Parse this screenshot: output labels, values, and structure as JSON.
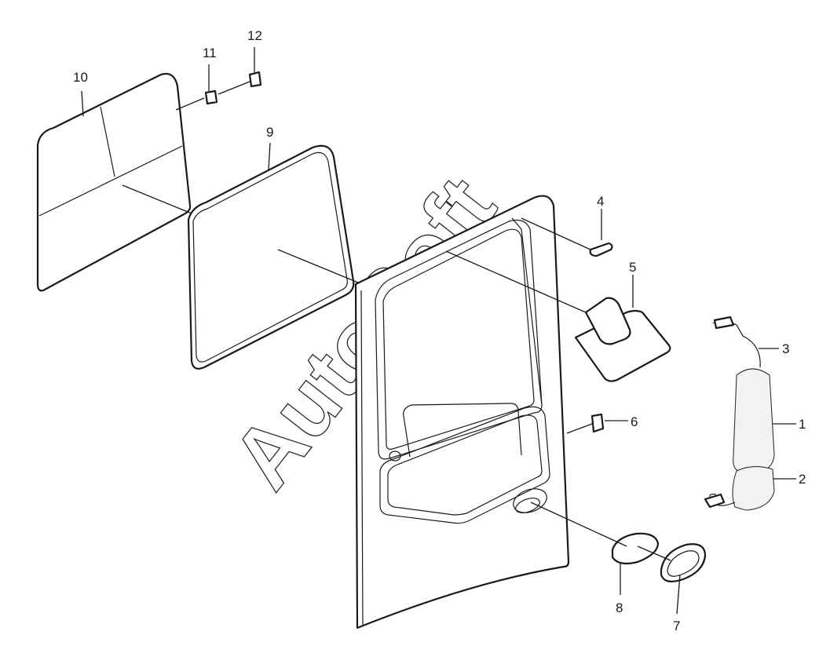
{
  "callouts": {
    "c1": "1",
    "c2": "2",
    "c3": "3",
    "c4": "4",
    "c5": "5",
    "c6": "6",
    "c7": "7",
    "c8": "8",
    "c9": "9",
    "c10": "10",
    "c11": "11",
    "c12": "12"
  },
  "watermark": "AutoSoft"
}
